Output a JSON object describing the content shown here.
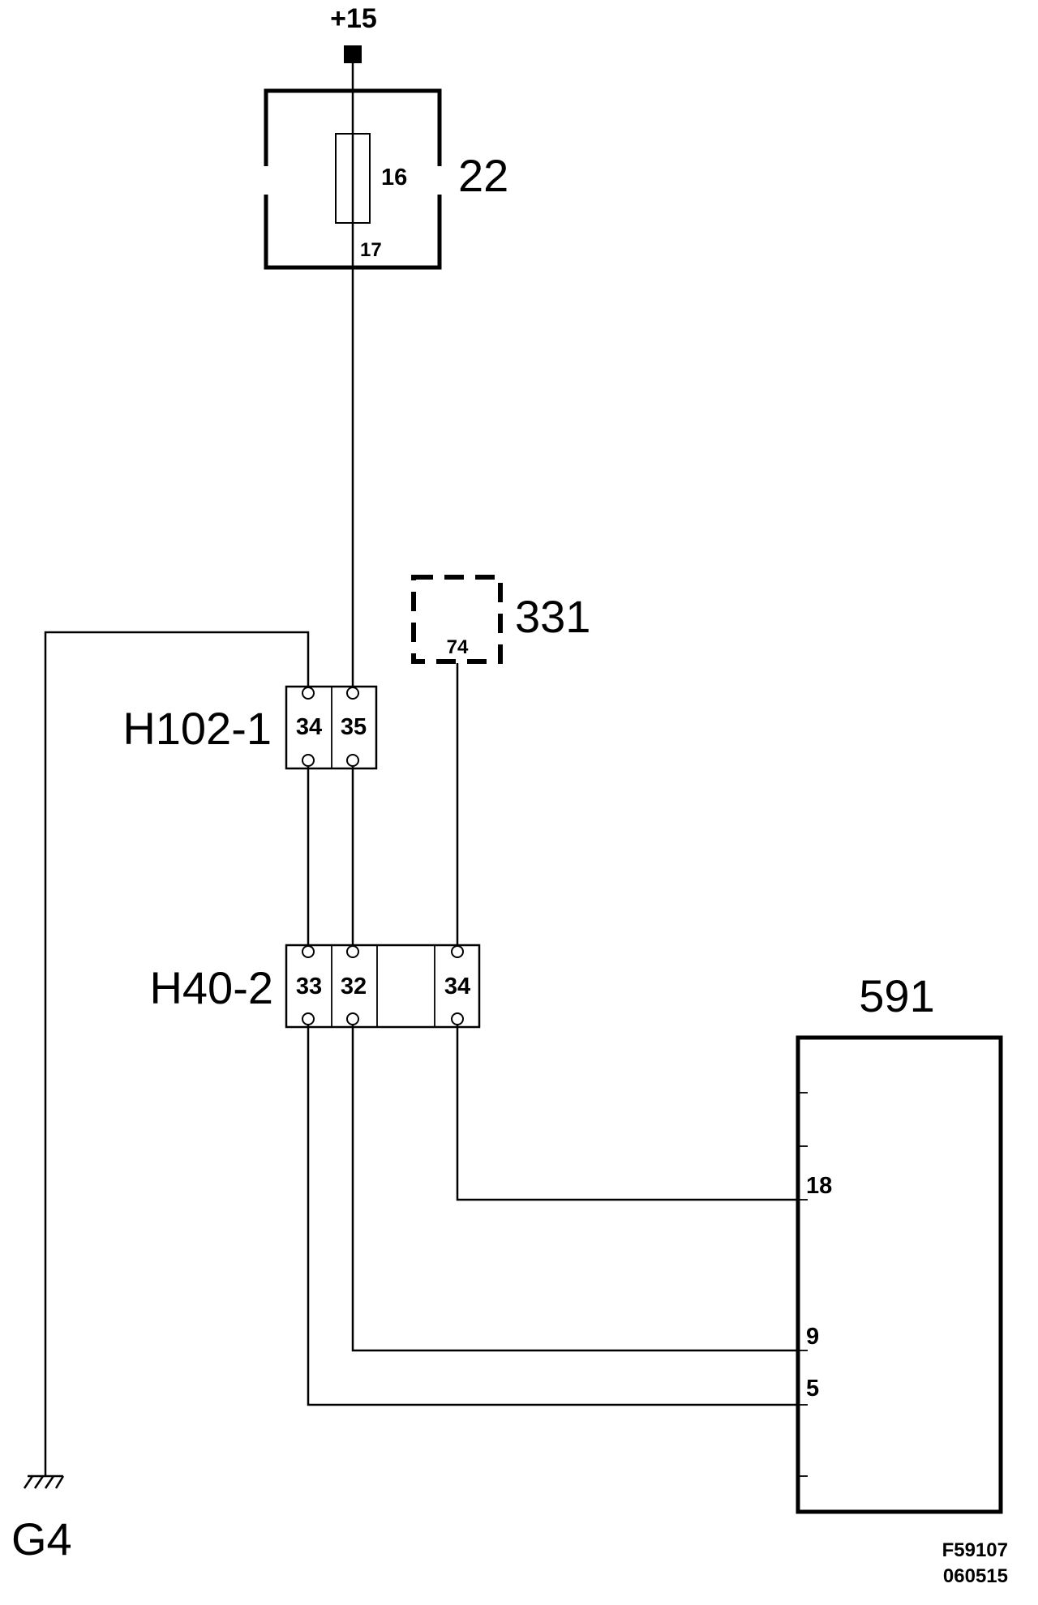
{
  "supply": {
    "label": "+15"
  },
  "fuse_box": {
    "id": "22",
    "fuse": "16",
    "terminal": "17"
  },
  "component_331": {
    "id": "331",
    "pin": "74"
  },
  "connector_h102": {
    "id": "H102-1",
    "pins": [
      "34",
      "35"
    ]
  },
  "connector_h40": {
    "id": "H40-2",
    "pins": [
      "33",
      "32",
      "34"
    ]
  },
  "control_unit": {
    "id": "591",
    "pins": [
      "18",
      "9",
      "5"
    ]
  },
  "ground": {
    "label": "G4"
  },
  "figure_ref": {
    "code": "F59107",
    "date": "060515"
  }
}
